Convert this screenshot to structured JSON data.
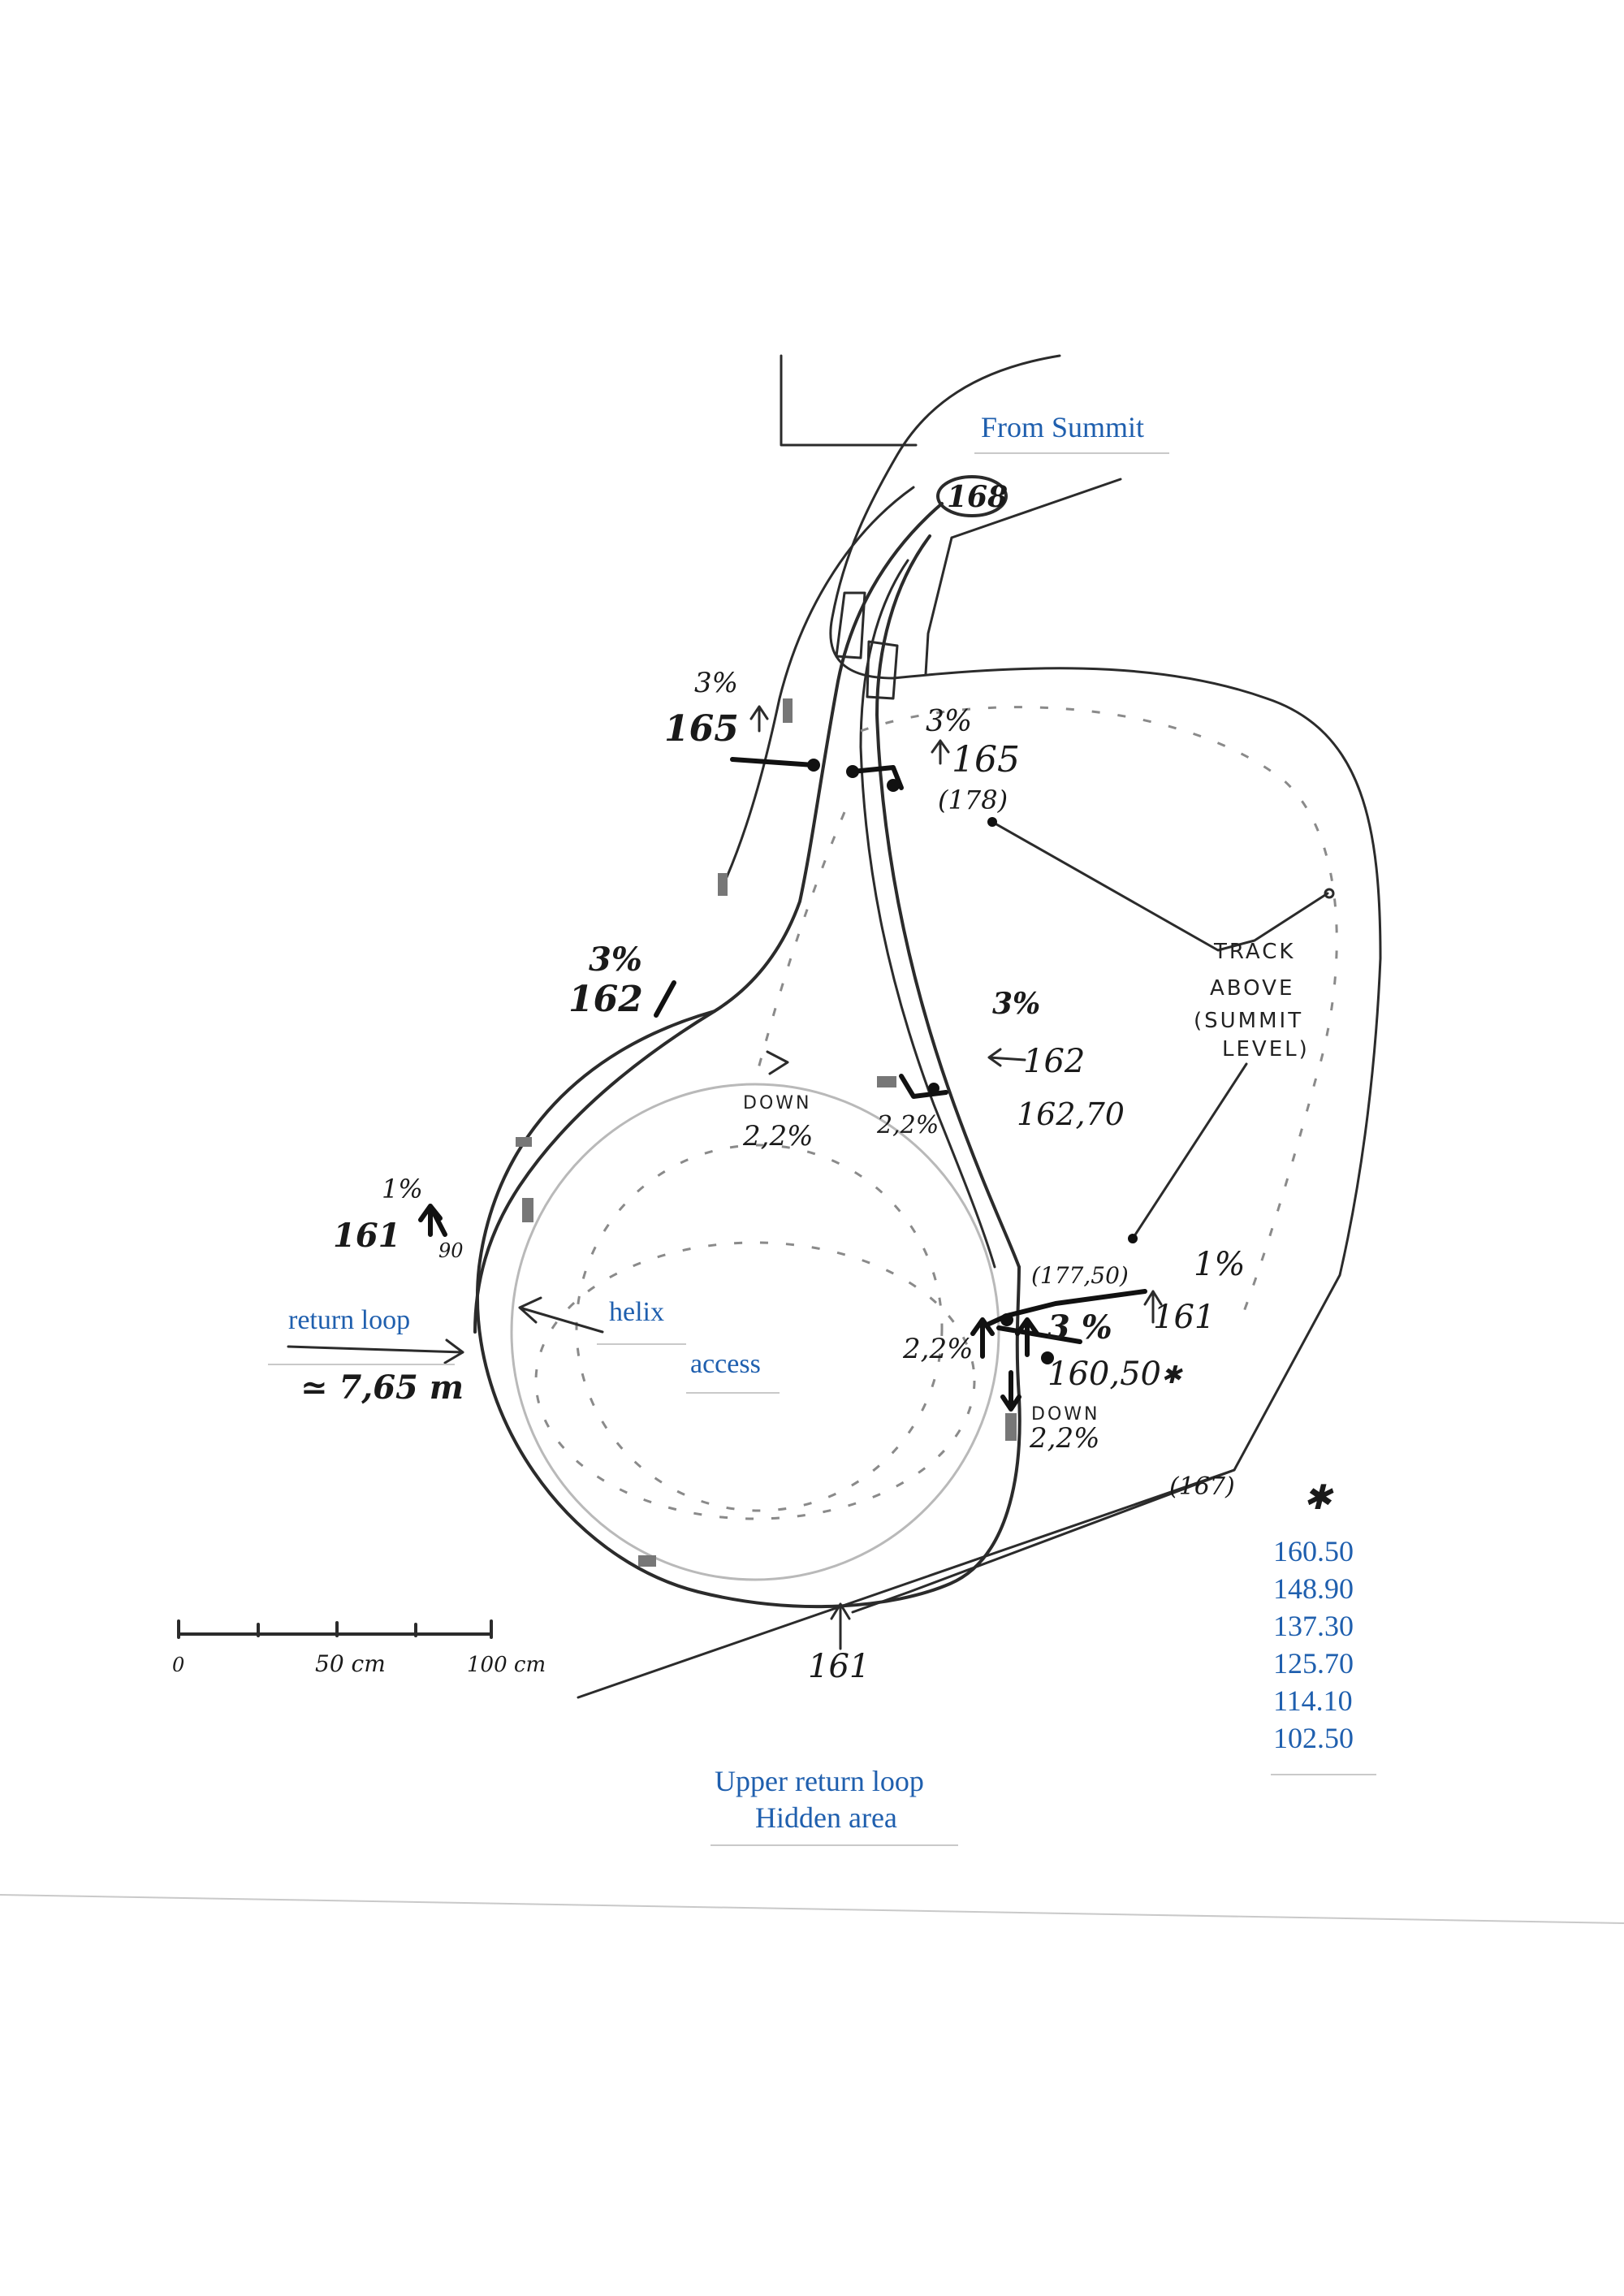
{
  "labels": {
    "from_summit": "From Summit",
    "return_loop": "return loop",
    "helix": "helix",
    "access": "access",
    "upper_return_loop": "Upper return loop",
    "hidden_area": "Hidden area"
  },
  "handwritten": {
    "h168": "168",
    "h178": "(178)",
    "h17750": "(177,50)",
    "h167": "(167)",
    "g3_left": "3%",
    "h165_left": "165",
    "g3_right": "3%",
    "h165_right": "165",
    "g3_mid": "3%",
    "h162_left": "162",
    "g3_inner": "3%",
    "h162_inner": "162",
    "h16270": "162,70",
    "g22_inner": "2,2%",
    "down_top": "DOWN",
    "g22_top": "2,2%",
    "g1_left": "1%",
    "h161_left": "161",
    "n90": "90",
    "length": "≃ 7,65 m",
    "g22_right": "2,2%",
    "g3_arrow": "3 %",
    "g1_right": "1%",
    "h161_right": "161",
    "h16050": "160,50",
    "asterisk": "✱",
    "down_bottom": "DOWN",
    "g22_bottom": "2,2%",
    "h161_bottom": "161",
    "track_above": [
      "TRACK",
      "ABOVE",
      "(SUMMIT",
      "LEVEL)"
    ]
  },
  "scale_bar": {
    "ticks": [
      "0",
      "50 cm",
      "100 cm"
    ]
  },
  "elevation_key": {
    "marker": "✱",
    "values": [
      "160.50",
      "148.90",
      "137.30",
      "125.70",
      "114.10",
      "102.50"
    ]
  },
  "colors": {
    "pencil": "#2b2b2b",
    "typed_blue": "#1f5fae",
    "faint": "#b9b9b9"
  }
}
